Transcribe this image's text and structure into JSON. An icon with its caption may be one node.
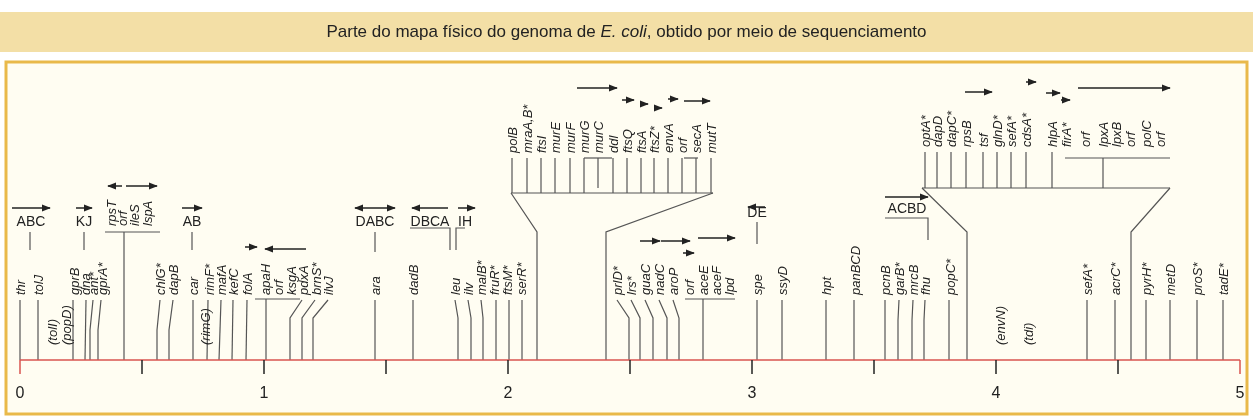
{
  "diagram": {
    "title": "Parte do mapa físico do genoma de *E. coli*, obtido por meio de sequenciamento",
    "labels": [
      "ABC",
      "thr",
      "tolJ",
      "(tolI)",
      "(popD)",
      "gprB",
      "KJ",
      "dna",
      "ant*",
      "gprA*",
      "rpsT",
      "orf",
      "ileS",
      "lspA",
      "AB",
      "chlG*",
      "dapB",
      "car",
      "(rimG)",
      "rimF*",
      "mafA",
      "kefC",
      "folA",
      "apaH",
      "orf",
      "ksgA",
      "pdxA",
      "brnS*",
      "ilvJ",
      "DABC",
      "ara",
      "DBCA",
      "dadB",
      "IH",
      "leu",
      "ilv",
      "malB*",
      "fruR*",
      "ftsM*",
      "serR*",
      "polB",
      "mraA,B*",
      "ftsI",
      "murE",
      "murF",
      "murG",
      "murC",
      "ddl",
      "ftsQ",
      "ftsA",
      "ftsZ*",
      "envA",
      "orf",
      "secA",
      "mutT",
      "prlD*",
      "lrs*",
      "guaC",
      "nadC",
      "aroP",
      "orf",
      "aceE",
      "aceF",
      "lpd",
      "DE",
      "spe",
      "ssyD",
      "hpt",
      "panBCD",
      "ACBD",
      "pcnB",
      "garB*",
      "mrcB",
      "fhu",
      "popC*",
      "optA*",
      "dapD",
      "dapC*",
      "rpsB",
      "tsf",
      "glnD*",
      "sefA*",
      "cdsA*",
      "hlpA",
      "firA*",
      "orf",
      "lpxA",
      "lpxB",
      "orf",
      "polC",
      "orf",
      "(envN)",
      "(tdi)",
      "sefA*",
      "acrC*",
      "pyrH*",
      "metD",
      "proS*",
      "tadE*",
      "0",
      "1",
      "2",
      "3",
      "4",
      "5"
    ]
  }
}
